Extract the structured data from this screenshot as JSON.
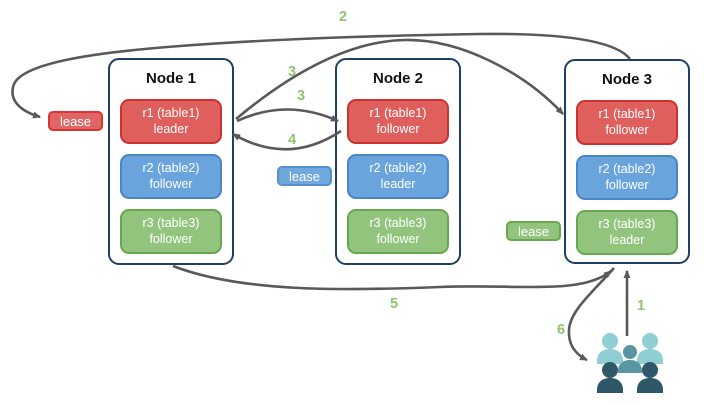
{
  "nodes": [
    {
      "title": "Node 1",
      "replicas": [
        {
          "name": "r1 (table1)",
          "role": "leader",
          "color": "red"
        },
        {
          "name": "r2 (table2)",
          "role": "follower",
          "color": "blue"
        },
        {
          "name": "r3 (table3)",
          "role": "follower",
          "color": "green"
        }
      ]
    },
    {
      "title": "Node 2",
      "replicas": [
        {
          "name": "r1 (table1)",
          "role": "follower",
          "color": "red"
        },
        {
          "name": "r2 (table2)",
          "role": "leader",
          "color": "blue"
        },
        {
          "name": "r3 (table3)",
          "role": "follower",
          "color": "green"
        }
      ]
    },
    {
      "title": "Node 3",
      "replicas": [
        {
          "name": "r1 (table1)",
          "role": "follower",
          "color": "red"
        },
        {
          "name": "r2 (table2)",
          "role": "follower",
          "color": "blue"
        },
        {
          "name": "r3 (table3)",
          "role": "leader",
          "color": "green"
        }
      ]
    }
  ],
  "leases": [
    {
      "label": "lease",
      "color": "red"
    },
    {
      "label": "lease",
      "color": "blue"
    },
    {
      "label": "lease",
      "color": "green"
    }
  ],
  "steps": {
    "s1": "1",
    "s2": "2",
    "s3a": "3",
    "s3b": "3",
    "s4": "4",
    "s5": "5",
    "s6": "6"
  },
  "icons": {
    "client": "users-group-icon"
  },
  "colors": {
    "red_fill": "#df5f5d",
    "red_border": "#cc3232",
    "blue_fill": "#6aa4dc",
    "blue_border": "#4a86c6",
    "green_fill": "#93c47d",
    "green_border": "#67a84e",
    "node_border": "#1f4062",
    "arrow": "#595959",
    "step_number": "#8fc370",
    "client_light": "#8fced2",
    "client_mid": "#5a95a3",
    "client_dark": "#2e5868"
  }
}
